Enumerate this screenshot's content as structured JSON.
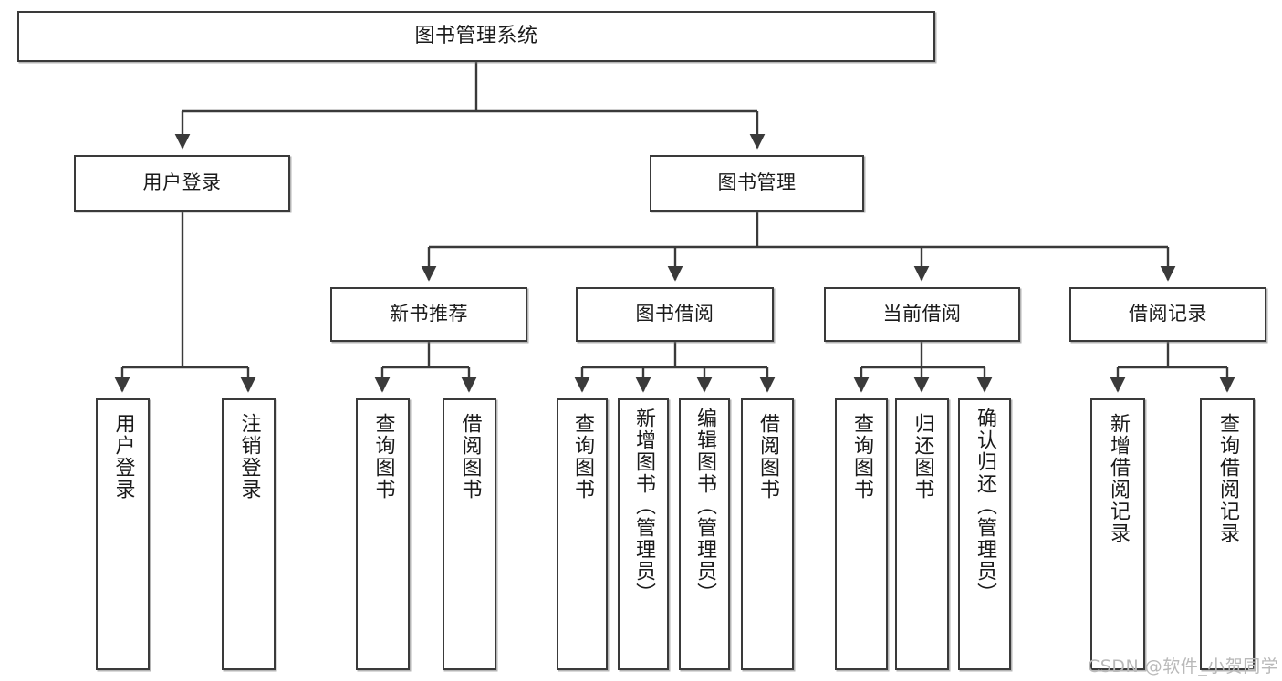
{
  "diagram": {
    "title": "图书管理系统",
    "type": "tree-hierarchy",
    "stroke_color": "#3a3a3a",
    "fill_color": "#ffffff",
    "text_color": "#1a1a1a"
  },
  "root": {
    "label": "图书管理系统"
  },
  "level2": [
    {
      "label": "用户登录"
    },
    {
      "label": "图书管理"
    }
  ],
  "level3": [
    {
      "label": "新书推荐"
    },
    {
      "label": "图书借阅"
    },
    {
      "label": "当前借阅"
    },
    {
      "label": "借阅记录"
    }
  ],
  "leaves": {
    "user_login": [
      {
        "label": "用户登录"
      },
      {
        "label": "注销登录"
      }
    ],
    "new_book_recommend": [
      {
        "label": "查询图书"
      },
      {
        "label": "借阅图书"
      }
    ],
    "book_borrow": [
      {
        "label": "查询图书"
      },
      {
        "label": "新增图书（管理员）"
      },
      {
        "label": "编辑图书（管理员）"
      },
      {
        "label": "借阅图书"
      }
    ],
    "current_borrow": [
      {
        "label": "查询图书"
      },
      {
        "label": "归还图书"
      },
      {
        "label": "确认归还（管理员）"
      }
    ],
    "borrow_record": [
      {
        "label": "新增借阅记录"
      },
      {
        "label": "查询借阅记录"
      }
    ]
  },
  "watermark": {
    "text": "CSDN @软件_小贺同学"
  }
}
